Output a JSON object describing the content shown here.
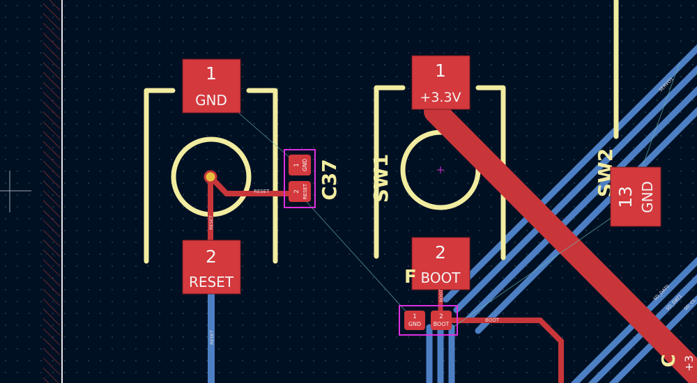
{
  "colors": {
    "background": "#001023",
    "grid_dot": "#3a4a5c",
    "copper_front": "#c8363a",
    "copper_front_pad": "#d4393d",
    "copper_back": "#4d7fc4",
    "silkscreen": "#f2eca0",
    "courtyard": "#e030e0",
    "ratsnest": "#6bb7b0",
    "board_edge": "#e8e8e8",
    "keepout_hatch": "#b03434"
  },
  "icons": {
    "crosshair": "crosshair-icon",
    "anchor": "anchor-marker-icon"
  },
  "pcb": {
    "reset_switch": {
      "pad1_number": "1",
      "pad1_net": "GND",
      "pad2_number": "2",
      "pad2_net": "RESET"
    },
    "c37": {
      "reference": "C37",
      "pad1_number": "1",
      "pad1_net": "GND",
      "pad2_number": "2",
      "pad2_net": "RESET"
    },
    "sw1": {
      "reference": "SW1",
      "pad1_number": "1",
      "pad1_net": "+3.3V",
      "pad2_number": "2",
      "pad2_net": "BOOT"
    },
    "boot_cap": {
      "reference_fragment": "F",
      "pad1_number": "1",
      "pad1_net": "GND",
      "pad2_number": "2",
      "pad2_net": "BOOT"
    },
    "sw2": {
      "reference": "SW2",
      "pad13_number": "13",
      "pad13_net": "GND"
    },
    "edge_fragment": "C",
    "edge_net_fragment": "+3",
    "tracks": {
      "reset_horizontal": "RESET",
      "reset_vertical": "RESET",
      "reset_back": "RESET",
      "boot_vertical": "BOOT",
      "boot_horizontal": "BOOT",
      "servo1": "SERVO1",
      "sd_dat0": "SD_DAT0",
      "sd_dat1": "SD_DAT1",
      "sd_cl": "SD_CL"
    }
  }
}
